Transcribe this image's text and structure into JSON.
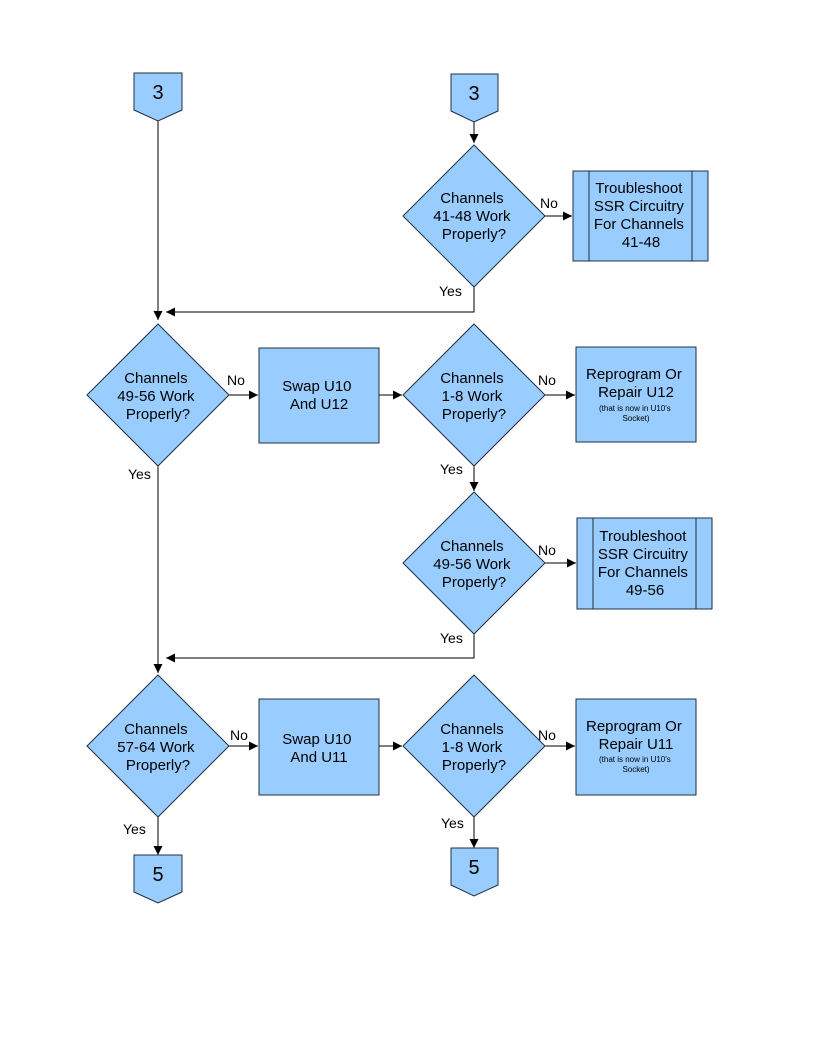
{
  "nodes": {
    "connector_in_left": {
      "label": "3"
    },
    "connector_in_right": {
      "label": "3"
    },
    "decision_41_48": {
      "lines": [
        "Channels",
        "41-48 Work",
        "Properly?"
      ]
    },
    "process_ssr_41_48": {
      "lines": [
        "Troubleshoot",
        "SSR Circuitry",
        "For Channels",
        "41-48"
      ]
    },
    "decision_49_56_a": {
      "lines": [
        "Channels",
        "49-56 Work",
        "Properly?"
      ]
    },
    "process_swap_u10_u12": {
      "lines": [
        "Swap U10",
        "And U12"
      ]
    },
    "decision_1_8_a": {
      "lines": [
        "Channels",
        "1-8 Work",
        "Properly?"
      ]
    },
    "process_reprogram_u12": {
      "lines": [
        "Reprogram Or",
        "Repair U12"
      ],
      "note": [
        "(that is now in U10's",
        "Socket)"
      ]
    },
    "decision_49_56_b": {
      "lines": [
        "Channels",
        "49-56 Work",
        "Properly?"
      ]
    },
    "process_ssr_49_56": {
      "lines": [
        "Troubleshoot",
        "SSR Circuitry",
        "For Channels",
        "49-56"
      ]
    },
    "decision_57_64": {
      "lines": [
        "Channels",
        "57-64 Work",
        "Properly?"
      ]
    },
    "process_swap_u10_u11": {
      "lines": [
        "Swap U10",
        "And U11"
      ]
    },
    "decision_1_8_b": {
      "lines": [
        "Channels",
        "1-8 Work",
        "Properly?"
      ]
    },
    "process_reprogram_u11": {
      "lines": [
        "Reprogram Or",
        "Repair U11"
      ],
      "note": [
        "(that is now in U10's",
        "Socket)"
      ]
    },
    "connector_out_left": {
      "label": "5"
    },
    "connector_out_right": {
      "label": "5"
    }
  },
  "edge_labels": {
    "yes": "Yes",
    "no": "No"
  },
  "colors": {
    "shape_fill": "#99ccff",
    "shape_stroke": "#1f2f3f",
    "line": "#000000"
  }
}
